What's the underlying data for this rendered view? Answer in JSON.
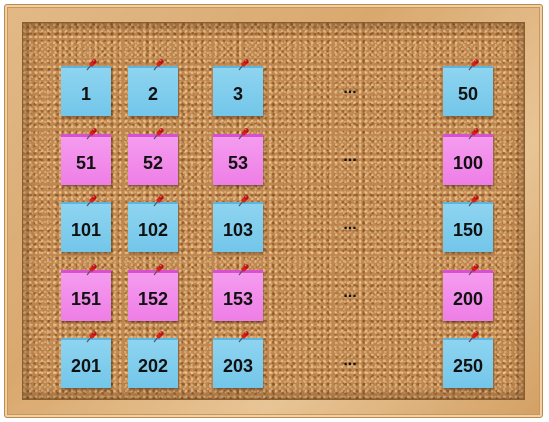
{
  "colors": {
    "blue_note": "#7ccbed",
    "pink_note": "#f08be9",
    "pin": "#d81e1e"
  },
  "rows": [
    {
      "color": "blue",
      "notes": [
        "1",
        "2",
        "3"
      ],
      "ellipsis": "...",
      "last": "50"
    },
    {
      "color": "pink",
      "notes": [
        "51",
        "52",
        "53"
      ],
      "ellipsis": "...",
      "last": "100"
    },
    {
      "color": "blue",
      "notes": [
        "101",
        "102",
        "103"
      ],
      "ellipsis": "...",
      "last": "150"
    },
    {
      "color": "pink",
      "notes": [
        "151",
        "152",
        "153"
      ],
      "ellipsis": "...",
      "last": "200"
    },
    {
      "color": "blue",
      "notes": [
        "201",
        "202",
        "203"
      ],
      "ellipsis": "...",
      "last": "250"
    }
  ]
}
